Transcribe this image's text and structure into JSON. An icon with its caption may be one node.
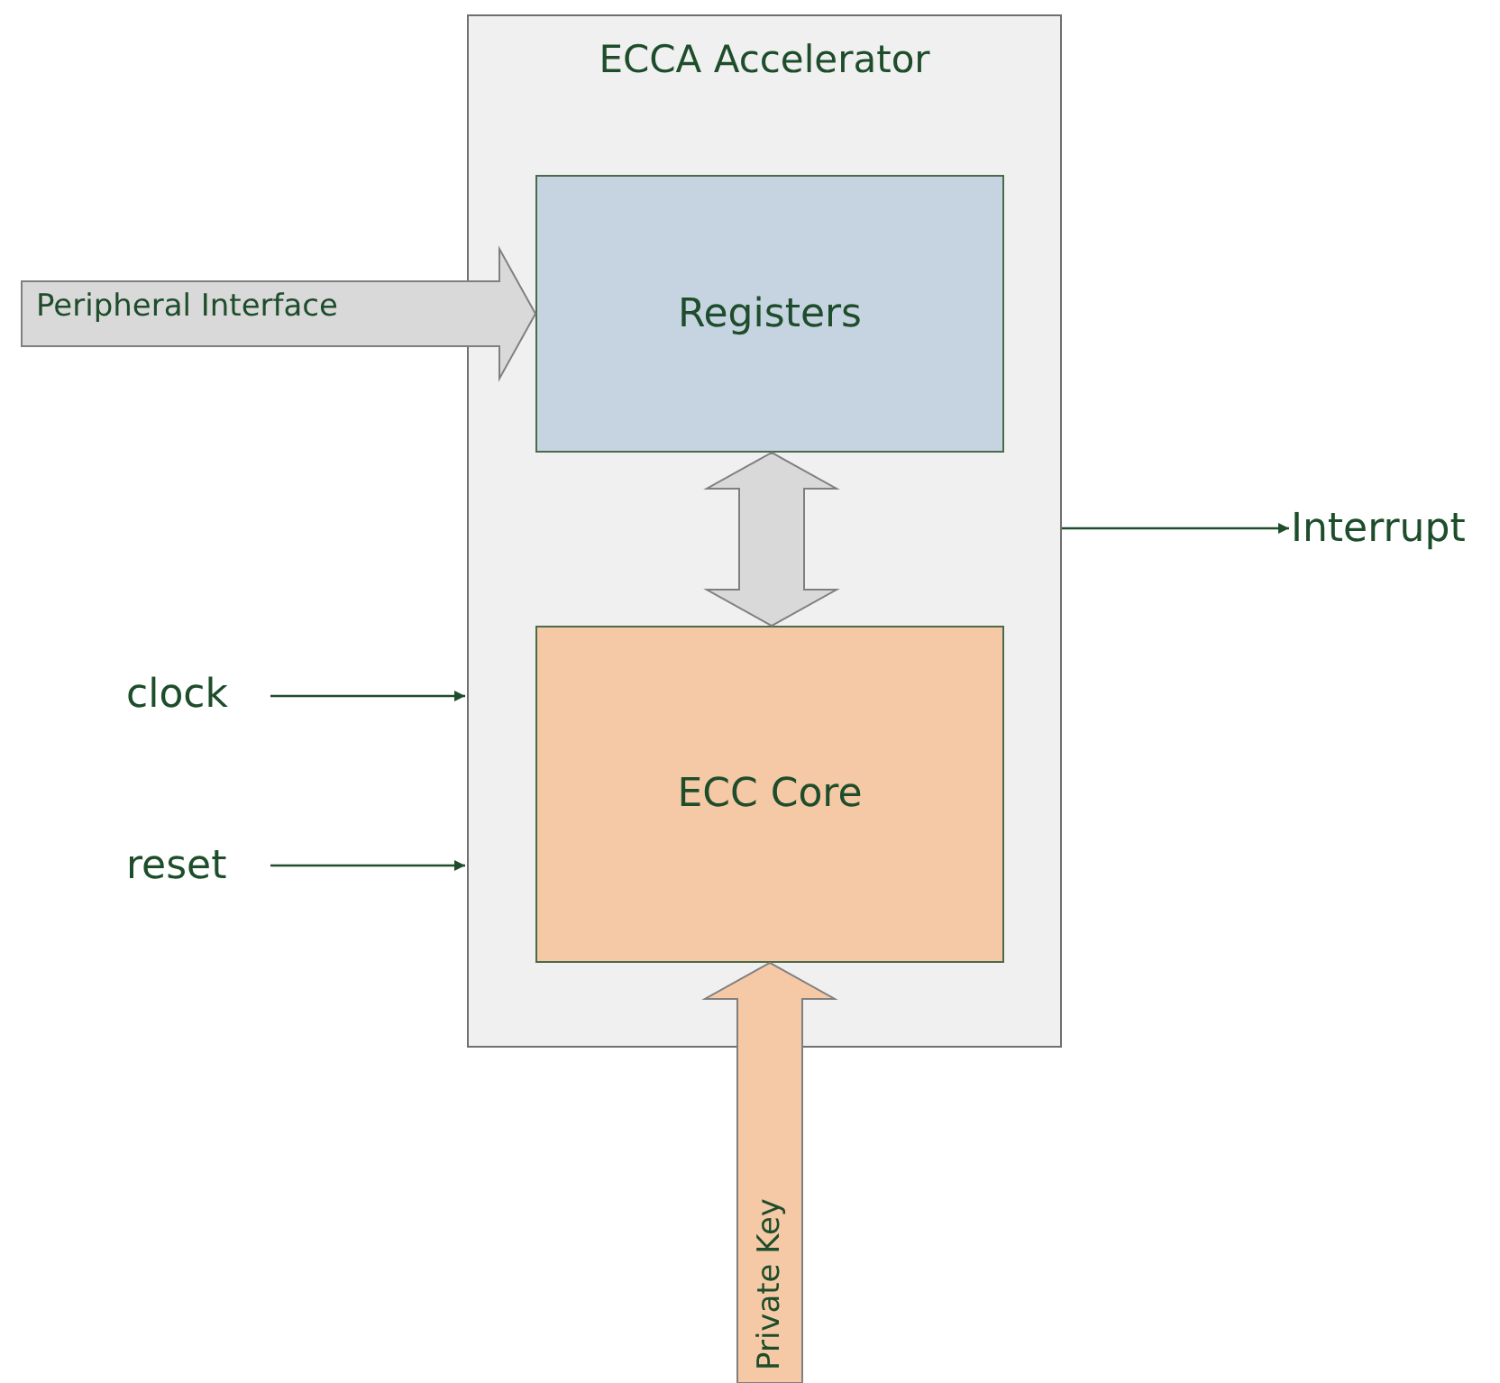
{
  "diagram": {
    "nodes": [
      {
        "text": [
          "ECCA Accelerator"
        ]
      },
      {
        "text": [
          "Registers"
        ],
        "in": 0
      },
      {
        "text": [
          "ECC Core"
        ],
        "in": 0
      },
      {
        "text": [
          "clock"
        ]
      },
      {
        "text": [
          "reset"
        ]
      },
      {
        "text": [
          "Interrupt"
        ]
      }
    ],
    "edges": [
      {
        "from": null,
        "to": 1,
        "arrow": "to",
        "label": "Peripheral Interface",
        "style": "thick",
        "color": "#d9d9d9"
      },
      {
        "from": 1,
        "to": 2,
        "arrow": "both",
        "style": "thick",
        "color": "#d9d9d9"
      },
      {
        "from": 3,
        "to": 0,
        "arrow": "to"
      },
      {
        "from": 4,
        "to": 0,
        "arrow": "to"
      },
      {
        "from": 0,
        "to": 5,
        "arrow": "to"
      },
      {
        "from": null,
        "to": 2,
        "arrow": "to",
        "label": "Private Key",
        "style": "thick",
        "color": "#f6c9a6"
      }
    ]
  }
}
